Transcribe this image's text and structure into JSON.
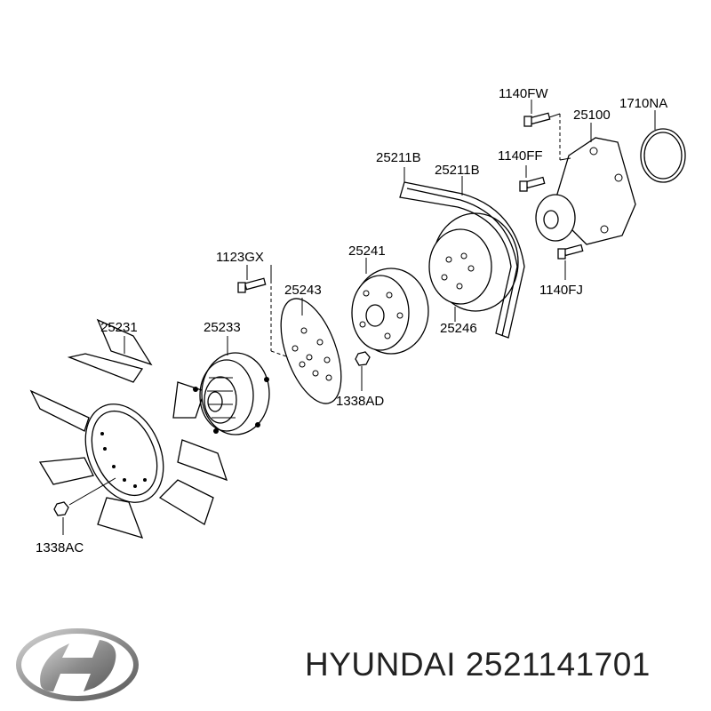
{
  "labels": {
    "p1140FW": "1140FW",
    "p25100": "25100",
    "p1710NA": "1710NA",
    "p25211B_left": "25211B",
    "p25211B_right": "25211B",
    "p1140FF": "1140FF",
    "p1123GX": "1123GX",
    "p25241": "25241",
    "p25243": "25243",
    "p1140FJ": "1140FJ",
    "p25231": "25231",
    "p25233": "25233",
    "p25246": "25246",
    "p1338AD": "1338AD",
    "p1338AC": "1338AC"
  },
  "caption": {
    "brand": "HYUNDAI",
    "part_number": "2521141701",
    "text": "HYUNDAI 2521141701"
  },
  "logo": {
    "name": "hyundai-logo",
    "color": "#8c8c8c"
  }
}
